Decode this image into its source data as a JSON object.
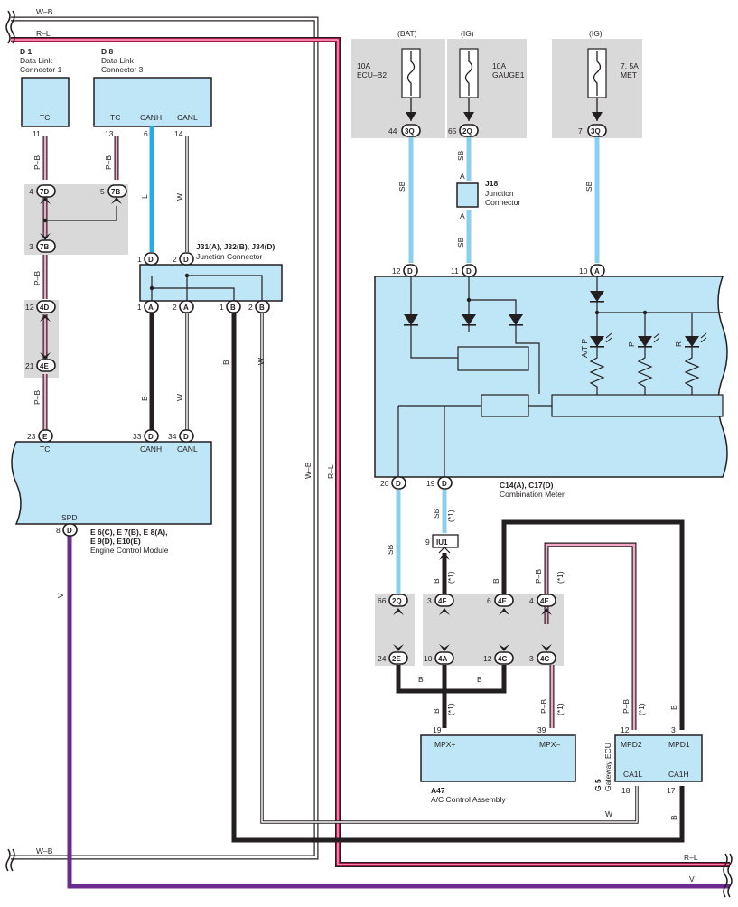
{
  "rails": {
    "wb_top": "W–B",
    "rl_top": "R–L",
    "wb_bottom": "W–B",
    "rl_bottom": "R–L",
    "v_bottom": "V",
    "wb_vertical": "W–B",
    "rl_vertical": "R–L"
  },
  "d1": {
    "code": "D 1",
    "line1": "Data Link",
    "line2": "Connector 1",
    "tc": "TC",
    "pin": "11"
  },
  "d8": {
    "code": "D 8",
    "line1": "Data Link",
    "line2": "Connector 3",
    "tc": "TC",
    "canh": "CANH",
    "canl": "CANL",
    "pin_tc": "13",
    "pin_canh": "6",
    "pin_canl": "14"
  },
  "jc_left": {
    "top_a": "4",
    "top_a_c": "7D",
    "top_b": "5",
    "top_b_c": "7B",
    "bot": "3",
    "bot_c": "7B"
  },
  "jc_left2": {
    "top": "12",
    "top_c": "4D",
    "bot": "21",
    "bot_c": "4E"
  },
  "jconn": {
    "title": "J31(A), J32(B), J34(D)",
    "sub": "Junction Connector",
    "t1": "1",
    "t1c": "D",
    "t2": "2",
    "t2c": "D",
    "b1": "1",
    "b1c": "A",
    "b2": "2",
    "b2c": "A",
    "b3": "1",
    "b3c": "B",
    "b4": "2",
    "b4c": "B"
  },
  "ecm": {
    "tc": "TC",
    "canh": "CANH",
    "canl": "CANL",
    "spd": "SPD",
    "pin_tc": "23",
    "pin_tc_c": "E",
    "pin_canh": "33",
    "pin_canh_c": "D",
    "pin_canl": "34",
    "pin_canl_c": "D",
    "pin_spd": "8",
    "pin_spd_c": "D",
    "title": "E 6(C), E 7(B), E 8(A),",
    "title2": "E 9(D), E10(E)",
    "sub": "Engine Control Module"
  },
  "wires": {
    "pb": "P–B",
    "l": "L",
    "w": "W",
    "b": "B",
    "sb": "SB",
    "v": "V",
    "a": "A",
    "star1": "(*1)"
  },
  "fuses": {
    "f1_src": "(BAT)",
    "f1_amp": "10A",
    "f1_name": "ECU–B2",
    "f1_pin": "44",
    "f1_c": "3Q",
    "f2_src": "(IG)",
    "f2_amp": "10A",
    "f2_name": "GAUGE1",
    "f2_pin": "65",
    "f2_c": "2Q",
    "f3_src": "(IG)",
    "f3_amp": "7. 5A",
    "f3_name": "MET",
    "f3_pin": "7",
    "f3_c": "3Q"
  },
  "j18": {
    "code": "J18",
    "line1": "Junction",
    "line2": "Connector"
  },
  "meter": {
    "p12": "12",
    "p12c": "D",
    "p11": "11",
    "p11c": "D",
    "p10": "10",
    "p10c": "A",
    "p20": "20",
    "p20c": "D",
    "p19": "19",
    "p19c": "D",
    "atp": "A/T P",
    "p": "P",
    "r": "R",
    "title": "C14(A), C17(D)",
    "sub": "Combination Meter"
  },
  "iu": {
    "pin": "9",
    "name": "IU1"
  },
  "jb": {
    "p66": "66",
    "p66c": "2Q",
    "p3": "3",
    "p3c": "4F",
    "p6": "6",
    "p6c": "4E",
    "p4": "4",
    "p4c": "4E",
    "p24": "24",
    "p24c": "2E",
    "p10": "10",
    "p10c": "4A",
    "p12": "12",
    "p12c": "4C",
    "p3b": "3",
    "p3bc": "4C"
  },
  "a47": {
    "mpxp": "MPX+",
    "mpxm": "MPX–",
    "pin19": "19",
    "pin39": "39",
    "code": "A47",
    "sub": "A/C Control Assembly"
  },
  "g5": {
    "code": "G 5",
    "sub": "Gateway ECU",
    "mpd2": "MPD2",
    "mpd1": "MPD1",
    "ca1l": "CA1L",
    "ca1h": "CA1H",
    "p12": "12",
    "p3": "3",
    "p18": "18",
    "p17": "17"
  }
}
